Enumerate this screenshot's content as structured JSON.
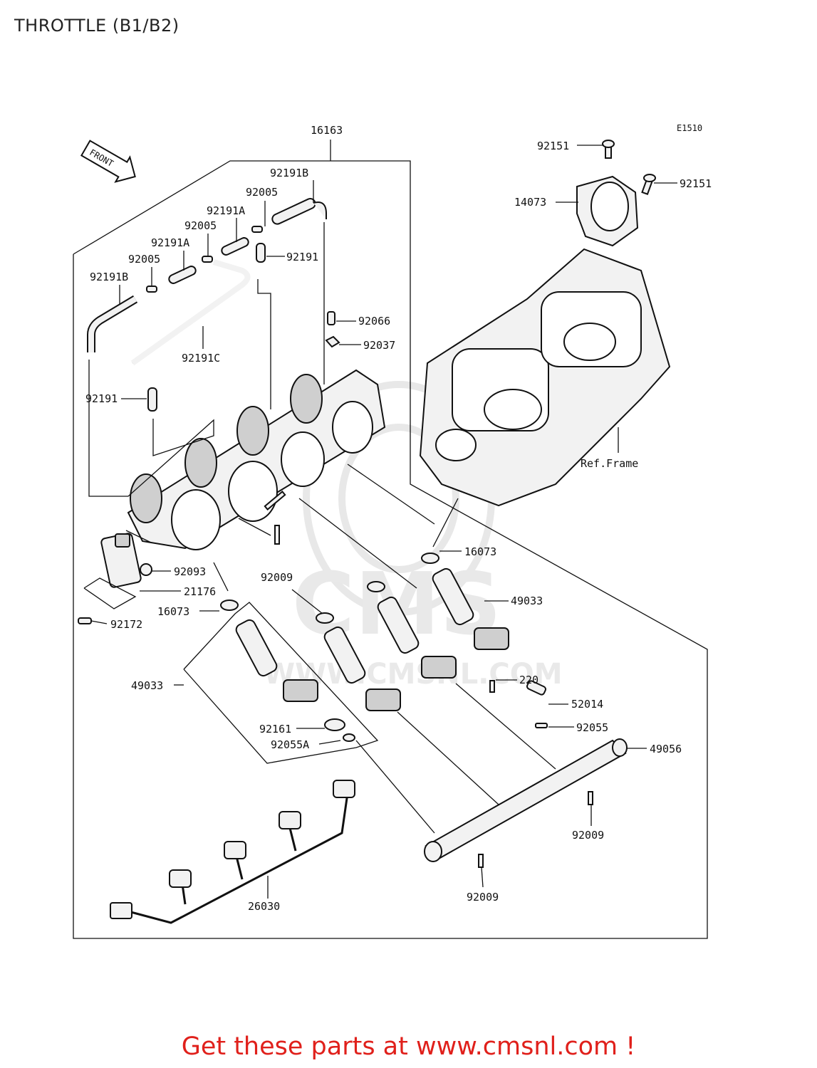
{
  "title": "THROTTLE (B1/B2)",
  "diagram_code": "E1510",
  "front_label": "FRONT",
  "footer": "Get these parts at www.cmsnl.com !",
  "watermark": {
    "brand": "CMS",
    "url": "WWW.CMSNL.COM"
  },
  "labels": {
    "p16163": "16163",
    "p92191B_top": "92191B",
    "p92005_a": "92005",
    "p92191A_a": "92191A",
    "p92005_b": "92005",
    "p92191A_b": "92191A",
    "p92005_c": "92005",
    "p92191B_left": "92191B",
    "p92191_top": "92191",
    "p92066": "92066",
    "p92037": "92037",
    "p92191C": "92191C",
    "p92191_left": "92191",
    "p92151_a": "92151",
    "p92151_b": "92151",
    "p14073": "14073",
    "ref_frame": "Ref.Frame",
    "p92093": "92093",
    "p21176": "21176",
    "p92172": "92172",
    "p92009_a": "92009",
    "p16073_right": "16073",
    "p16073_left": "16073",
    "p49033_right": "49033",
    "p49033_left": "49033",
    "p220": "220",
    "p52014": "52014",
    "p92055": "92055",
    "p49056": "49056",
    "p92161": "92161",
    "p92055A": "92055A",
    "p92009_b": "92009",
    "p92009_c": "92009",
    "p26030": "26030"
  }
}
